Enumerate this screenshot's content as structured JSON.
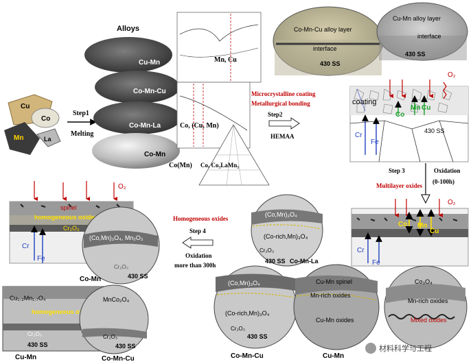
{
  "metals": [
    "Cu",
    "Co",
    "Mn",
    "La"
  ],
  "step1": {
    "label": "Step1",
    "sub": "Melting"
  },
  "alloys": {
    "title": "Alloys",
    "items": [
      "Cu-Mn",
      "Co-Mn-Cu",
      "Co-Mn-La",
      "Co-Mn"
    ]
  },
  "phase_labels": {
    "top": "Mn, Cu",
    "mid": "Co, (Cu, Mn)",
    "co_mn": "Co(Mn)",
    "ternary": "Co, Co₃LaMn₃"
  },
  "step2": {
    "red1": "Microcrystalline coating",
    "red2": "Metallurgical bonding",
    "label": "Step2",
    "sub": "HEMAA"
  },
  "top_micrographs": {
    "left": {
      "layer": "Co-Mn-Cu alloy layer",
      "interface": "interface",
      "substrate": "430 SS"
    },
    "right": {
      "layer": "Cu-Mn alloy layer",
      "interface": "interface",
      "substrate": "430 SS"
    }
  },
  "coating_schem": {
    "coating": "coating",
    "co": "Co",
    "mn": "Mn",
    "cu": "Cu",
    "o2": "O₂",
    "cr": "Cr",
    "fe": "Fe",
    "substrate": "430 SS"
  },
  "step3": {
    "label": "Step 3",
    "red": "Multilayer oxides",
    "oxidation": "Oxidation",
    "time": "(0-100h)"
  },
  "multilayer_schem": {
    "co": "Co",
    "mn": "Mn",
    "cu": "Cu",
    "o2": "O₂",
    "cr": "Cr",
    "fe": "Fe"
  },
  "step4": {
    "red": "Homogeneous oxides",
    "label": "Step 4",
    "oxidation": "Oxidation",
    "time": "more than 300h"
  },
  "homog_schem": {
    "spinel": "spinel",
    "homog": "homogeneous oxides",
    "cr2o3": "Cr₂O₃",
    "o2": "O₂",
    "cr": "Cr",
    "fe": "Fe"
  },
  "circle_comn": {
    "oxides": "(Co,Mn)₃O₄, Mn₂O₃",
    "cr2o3": "Cr₂O₃",
    "substrate": "430 SS",
    "caption": "Co-Mn"
  },
  "circle_comnla": {
    "top": "(Co,Mn)₃O₄",
    "mid": "(Co-rich,Mn)₃O₄",
    "cr2o3": "Cr₂O₃",
    "substrate": "430 SS",
    "caption": "Co-Mn-La"
  },
  "bottom_left": {
    "a": "Cu₁.₃Mn₁.₇O₄",
    "homog": "homogeneous oxides",
    "cr2o3": "Cr₂O₃",
    "substrate": "430 SS",
    "caption": "Cu-Mn"
  },
  "bottom_left2": {
    "a": "MnCo₂O₄",
    "cr2o3": "Cr₂O₃",
    "substrate": "430 SS",
    "caption": "Co-Mn-Cu"
  },
  "bottom_mid": {
    "a": "(Co,Mn)₃O₄",
    "b": "(Co-rich,Mn)₃O₄",
    "cr2o3": "Cr₂O₃",
    "substrate": "430 SS",
    "caption": "Co-Mn-Cu"
  },
  "bottom_cumn": {
    "a": "Cu-Mn spinel",
    "b": "Mn-rich oxides",
    "c": "Cu-Mn oxides",
    "caption": "Cu-Mn"
  },
  "bottom_right": {
    "a": "Co₃O₄",
    "b": "Mn-rich oxides",
    "c": "Mixed oxides"
  },
  "watermark": "材料科学与工程",
  "colors": {
    "red": "#c00000",
    "blue": "#1f3fc0",
    "green": "#1aa02a",
    "yellow": "#ffe000",
    "grey": "#9a9a9a"
  }
}
